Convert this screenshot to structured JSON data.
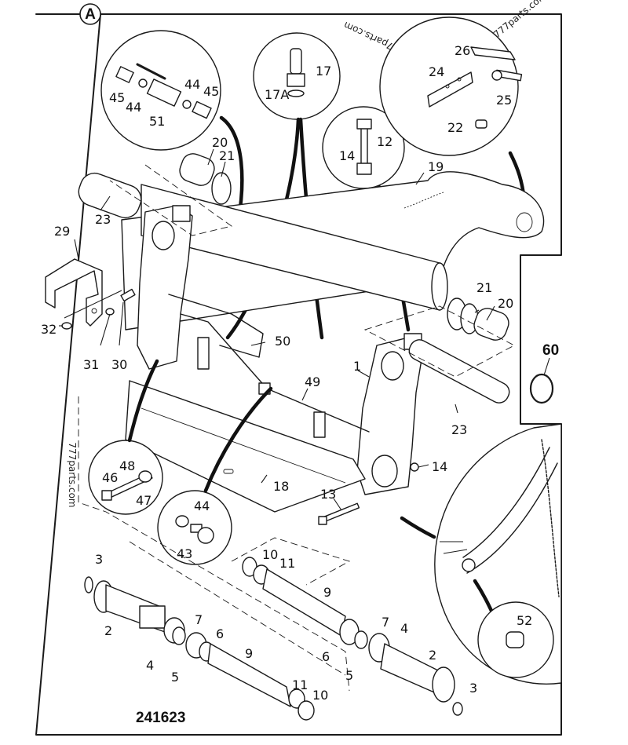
{
  "diagram": {
    "view_reference": "A",
    "drawing_number": "241623",
    "watermarks": [
      "777parts.com",
      "777parts.com",
      "777parts.com"
    ],
    "line_color": "#1a1a1a",
    "background_color": "#ffffff",
    "callouts": [
      {
        "id": "c45a",
        "label": "45",
        "part": "fitting"
      },
      {
        "id": "c44a",
        "label": "44",
        "part": "washer"
      },
      {
        "id": "c51",
        "label": "51",
        "part": "ball-valve"
      },
      {
        "id": "c44b",
        "label": "44",
        "part": "washer"
      },
      {
        "id": "c45b",
        "label": "45",
        "part": "fitting"
      },
      {
        "id": "c17",
        "label": "17",
        "part": "grease-nipple-adapter"
      },
      {
        "id": "c17a",
        "label": "17A",
        "part": "sealing-washer"
      },
      {
        "id": "c26",
        "label": "26",
        "part": "grease-tube"
      },
      {
        "id": "c24",
        "label": "24",
        "part": "shim-plate"
      },
      {
        "id": "c25",
        "label": "25",
        "part": "bolt"
      },
      {
        "id": "c22",
        "label": "22",
        "part": "grease-nipple"
      },
      {
        "id": "c12",
        "label": "12",
        "part": "bolt"
      },
      {
        "id": "c14a",
        "label": "14",
        "part": "nut"
      },
      {
        "id": "c20a",
        "label": "20",
        "part": "bush"
      },
      {
        "id": "c21a",
        "label": "21",
        "part": "thrust-washer"
      },
      {
        "id": "c19",
        "label": "19",
        "part": "loader-arm"
      },
      {
        "id": "c23a",
        "label": "23",
        "part": "pivot-pin"
      },
      {
        "id": "c29",
        "label": "29",
        "part": "bracket"
      },
      {
        "id": "c32",
        "label": "32",
        "part": "nut"
      },
      {
        "id": "c31",
        "label": "31",
        "part": "washer"
      },
      {
        "id": "c30",
        "label": "30",
        "part": "bolt"
      },
      {
        "id": "c50",
        "label": "50",
        "part": "grease-pipe"
      },
      {
        "id": "c21b",
        "label": "21",
        "part": "thrust-washer"
      },
      {
        "id": "c20b",
        "label": "20",
        "part": "bush"
      },
      {
        "id": "c60",
        "label": "60",
        "part": "seal-ring"
      },
      {
        "id": "c1",
        "label": "1",
        "part": "bracket"
      },
      {
        "id": "c49",
        "label": "49",
        "part": "grease-pipe"
      },
      {
        "id": "c23b",
        "label": "23",
        "part": "pivot-pin"
      },
      {
        "id": "c48",
        "label": "48",
        "part": "washer"
      },
      {
        "id": "c46",
        "label": "46",
        "part": "bolt"
      },
      {
        "id": "c47",
        "label": "47",
        "part": "nut"
      },
      {
        "id": "c18",
        "label": "18",
        "part": "guard"
      },
      {
        "id": "c14b",
        "label": "14",
        "part": "nut"
      },
      {
        "id": "c13",
        "label": "13",
        "part": "bolt"
      },
      {
        "id": "c44c",
        "label": "44",
        "part": "washer"
      },
      {
        "id": "c43",
        "label": "43",
        "part": "adapter"
      },
      {
        "id": "c10a",
        "label": "10",
        "part": "bush"
      },
      {
        "id": "c11a",
        "label": "11",
        "part": "seal"
      },
      {
        "id": "c9a",
        "label": "9",
        "part": "pin"
      },
      {
        "id": "c3a",
        "label": "3",
        "part": "circlip"
      },
      {
        "id": "c2a",
        "label": "2",
        "part": "pin-housing"
      },
      {
        "id": "c7a",
        "label": "7",
        "part": "bush"
      },
      {
        "id": "c6a",
        "label": "6",
        "part": "o-ring"
      },
      {
        "id": "c4a",
        "label": "4",
        "part": "o-ring"
      },
      {
        "id": "c5a",
        "label": "5",
        "part": "shim"
      },
      {
        "id": "c9b",
        "label": "9",
        "part": "pin"
      },
      {
        "id": "c11b",
        "label": "11",
        "part": "seal"
      },
      {
        "id": "c10b",
        "label": "10",
        "part": "bush"
      },
      {
        "id": "c7b",
        "label": "7",
        "part": "bush"
      },
      {
        "id": "c4b",
        "label": "4",
        "part": "o-ring"
      },
      {
        "id": "c6b",
        "label": "6",
        "part": "o-ring"
      },
      {
        "id": "c5b",
        "label": "5",
        "part": "shim"
      },
      {
        "id": "c2b",
        "label": "2",
        "part": "pin-housing"
      },
      {
        "id": "c3b",
        "label": "3",
        "part": "circlip"
      },
      {
        "id": "c52",
        "label": "52",
        "part": "plug"
      }
    ]
  }
}
